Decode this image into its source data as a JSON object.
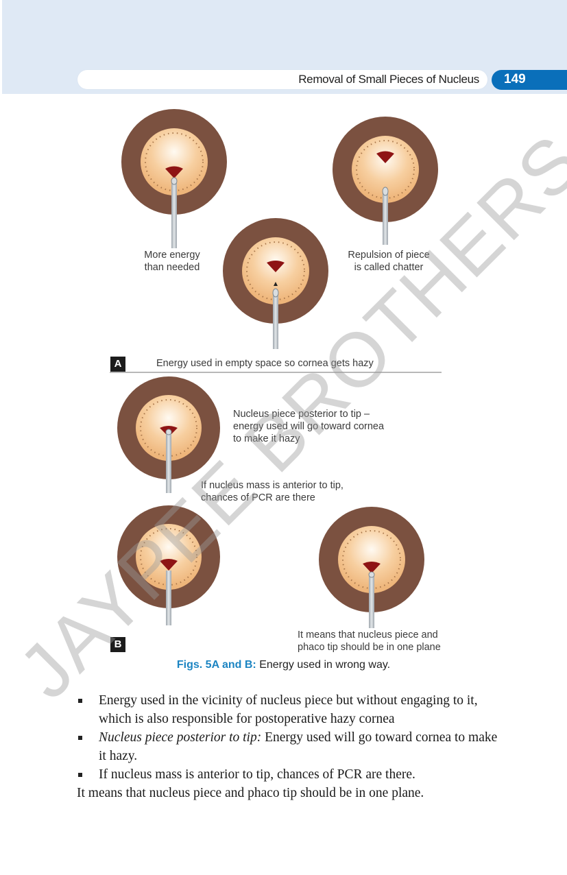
{
  "header": {
    "running_title": "Removal of Small Pieces of Nucleus",
    "page_number": "149",
    "band_color": "#dfe9f5",
    "accent_color": "#0a6fba"
  },
  "figure": {
    "panel_a": {
      "badge": "A",
      "labels": {
        "left": [
          "More energy",
          "than needed"
        ],
        "right": [
          "Repulsion of piece",
          "is called chatter"
        ],
        "bottom": "Energy used in empty space so cornea gets hazy"
      }
    },
    "panel_b": {
      "badge": "B",
      "labels": {
        "top": [
          "Nucleus piece posterior to tip –",
          "energy used will go toward cornea",
          "to make it hazy"
        ],
        "middle": [
          "If nucleus mass is anterior to tip,",
          "chances of PCR are there"
        ],
        "bottom_right": [
          "It means that nucleus piece and",
          "phaco tip should be in one plane"
        ]
      }
    },
    "caption_label": "Figs. 5A and B:",
    "caption_text": " Energy used in wrong way."
  },
  "body": {
    "bullets": [
      {
        "italic": "",
        "text": "Energy used in the vicinity of nucleus piece but without engaging to it, which is also responsible for postoperative hazy cornea"
      },
      {
        "italic": "Nucleus piece posterior to tip:",
        "text": " Energy used will go toward cornea to make it hazy."
      },
      {
        "italic": "",
        "text": "If nucleus mass is anterior to tip, chances of PCR are there."
      }
    ],
    "closing": "It means that nucleus piece and phaco tip should be in one plane."
  },
  "watermark": "JAYPEE BROTHERS"
}
